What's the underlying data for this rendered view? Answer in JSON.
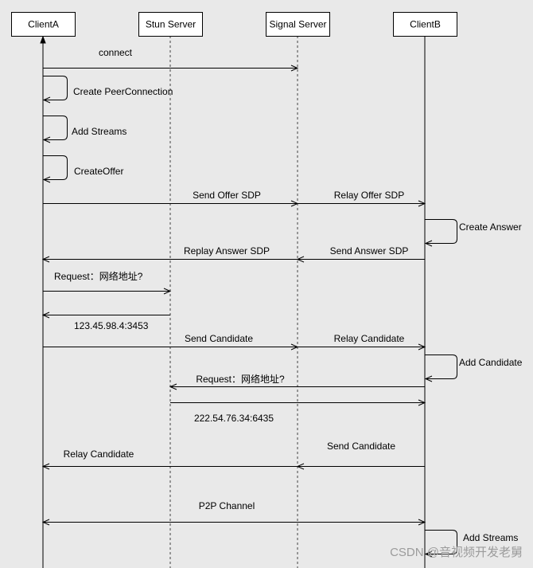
{
  "participants": [
    {
      "label": "ClientA"
    },
    {
      "label": "Stun Server"
    },
    {
      "label": "Signal Server"
    },
    {
      "label": "ClientB"
    }
  ],
  "messages": [
    {
      "label": "connect"
    },
    {
      "label": "Create PeerConnection"
    },
    {
      "label": "Add Streams"
    },
    {
      "label": "CreateOffer"
    },
    {
      "label": "Send Offer SDP"
    },
    {
      "label": "Relay Offer SDP"
    },
    {
      "label": "Create Answer"
    },
    {
      "label": "Send Answer SDP"
    },
    {
      "label": "Replay Answer SDP"
    },
    {
      "label": "Request：网络地址?"
    },
    {
      "label": "123.45.98.4:3453"
    },
    {
      "label": "Send Candidate"
    },
    {
      "label": "Relay Candidate"
    },
    {
      "label": "Add Candidate"
    },
    {
      "label": "Request：网络地址?"
    },
    {
      "label": "222.54.76.34:6435"
    },
    {
      "label": "Send Candidate"
    },
    {
      "label": "Relay Candidate"
    },
    {
      "label": "P2P Channel"
    },
    {
      "label": "Add Streams"
    }
  ],
  "watermark": {
    "text": "CSDN @音视频开发老舅"
  },
  "colors": {
    "background": "#e9e9e9",
    "line": "#000000",
    "box_fill": "#ffffff",
    "watermark": "#9b9b9b"
  }
}
